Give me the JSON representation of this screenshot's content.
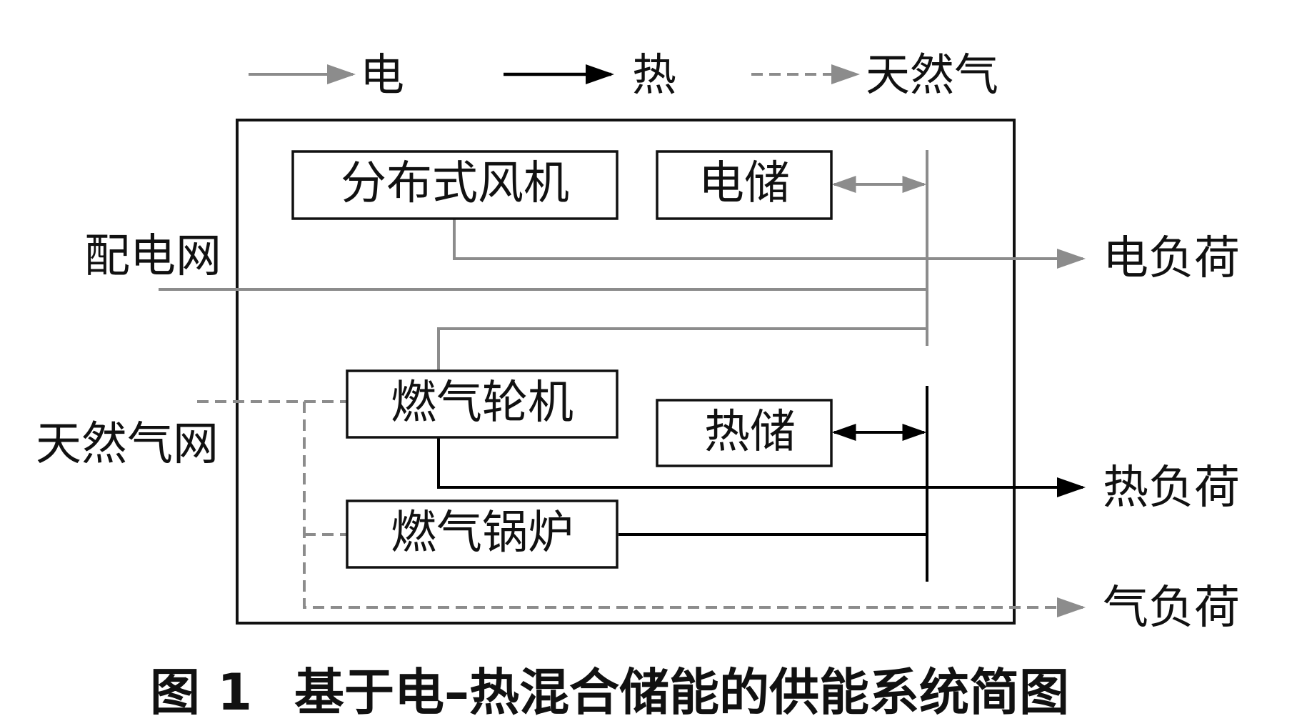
{
  "legend": {
    "electric": "电",
    "heat": "热",
    "gas": "天然气"
  },
  "colors": {
    "electric": "#8c8c8c",
    "heat": "#000000",
    "gas": "#8c8c8c",
    "border": "#111111"
  },
  "boxes": {
    "wind_turbine": "分布式风机",
    "electric_storage": "电储",
    "gas_turbine": "燃气轮机",
    "heat_storage": "热储",
    "gas_boiler": "燃气锅炉"
  },
  "external": {
    "power_grid": "配电网",
    "gas_grid": "天然气网",
    "electric_load": "电负荷",
    "heat_load": "热负荷",
    "gas_load": "气负荷"
  },
  "caption": {
    "label": "图 1",
    "text": "基于电–热混合储能的供能系统简图"
  }
}
